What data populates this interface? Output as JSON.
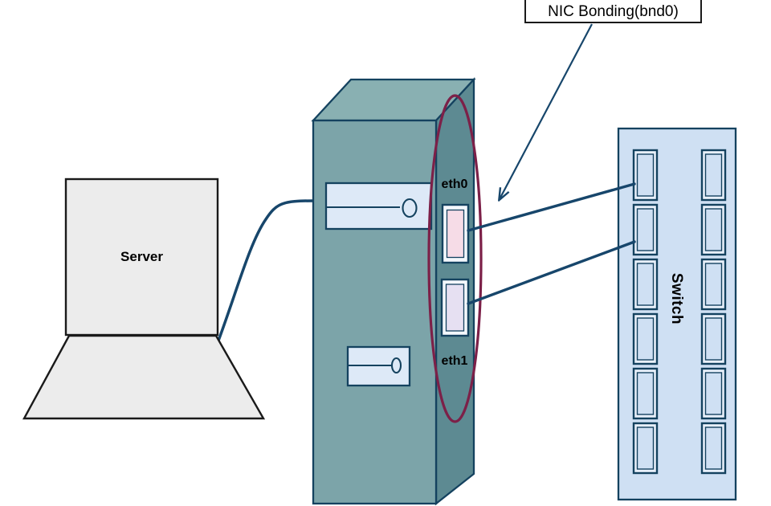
{
  "labels": {
    "nic_bonding": "NIC Bonding(bnd0)",
    "server": "Server",
    "switch": "Switch",
    "eth0": "eth0",
    "eth1": "eth1"
  },
  "colors": {
    "connection_line": "#17466b",
    "shape_outline": "#14425f",
    "tower_front": "#7ca4a9",
    "tower_top": "#89b0b2",
    "tower_side": "#5d8a92",
    "drive_bay_fill": "#dde9f7",
    "eth0_port_fill": "#f6dce7",
    "eth1_port_fill": "#e6e0f2",
    "bond_ellipse": "#7c2048",
    "switch_fill": "#cfe0f3",
    "server_fill": "#ececec",
    "server_outline": "#1a1a1a"
  },
  "switch_device": {
    "label": "Switch",
    "columns": 2,
    "ports_per_column": 6
  },
  "connections": [
    {
      "from": "server",
      "to": "tower-chassis"
    },
    {
      "from": "eth0",
      "to": "switch-port-row-1"
    },
    {
      "from": "eth1",
      "to": "switch-port-row-2"
    },
    {
      "from": "nic-bonding-callout",
      "to": "bonded-nics-ellipse"
    }
  ]
}
